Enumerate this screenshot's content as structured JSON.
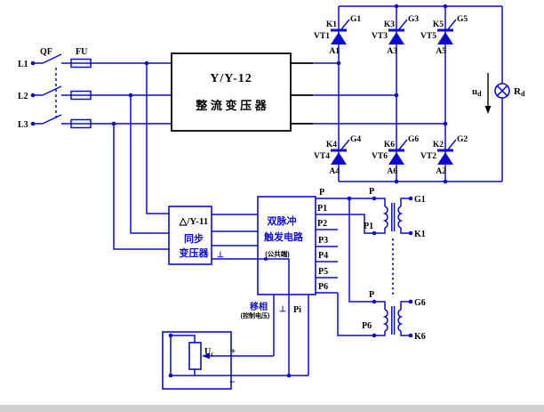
{
  "colors": {
    "wire_blue": "#0b0bcf",
    "line_black": "#000000"
  },
  "power_input": {
    "phases": [
      {
        "label": "L1"
      },
      {
        "label": "L2"
      },
      {
        "label": "L3"
      }
    ],
    "breaker_label": "QF",
    "fuse_label": "FU"
  },
  "rectifier_transformer": {
    "model": "Y/Y-12",
    "name": "整 流 变 压 器"
  },
  "sync_transformer": {
    "model": "△/Y-11",
    "line1": "同步",
    "line2": "变压器",
    "ground": "⊥"
  },
  "trigger_box": {
    "line1": "双脉冲",
    "line2": "触发电路",
    "note": "(公共端)",
    "terminals": [
      "P",
      "P1",
      "P2",
      "P3",
      "P4",
      "P5",
      "P6"
    ]
  },
  "phase_shift": {
    "label": "移相",
    "note": "(控制电压)",
    "ground": "⊥",
    "pi": "Pi"
  },
  "control_source": {
    "uc_base": "U",
    "uc_sub": "c",
    "plus": "+",
    "minus": "−"
  },
  "thyristors": [
    {
      "name": "VT1",
      "k": "K1",
      "g": "G1",
      "a": "A1"
    },
    {
      "name": "VT3",
      "k": "K3",
      "g": "G3",
      "a": "A3"
    },
    {
      "name": "VT5",
      "k": "K5",
      "g": "G5",
      "a": "A5"
    },
    {
      "name": "VT4",
      "k": "K4",
      "g": "G4",
      "a": "A4"
    },
    {
      "name": "VT6",
      "k": "K6",
      "g": "G6",
      "a": "A6"
    },
    {
      "name": "VT2",
      "k": "K2",
      "g": "G2",
      "a": "A2"
    }
  ],
  "load": {
    "ud_base": "u",
    "ud_sub": "d",
    "rd_base": "R",
    "rd_sub": "d"
  },
  "pulse_transformers": [
    {
      "p": "P",
      "pin": "P1",
      "g": "G1",
      "k": "K1"
    },
    {
      "p": "P",
      "pin": "P6",
      "g": "G6",
      "k": "K6"
    }
  ]
}
